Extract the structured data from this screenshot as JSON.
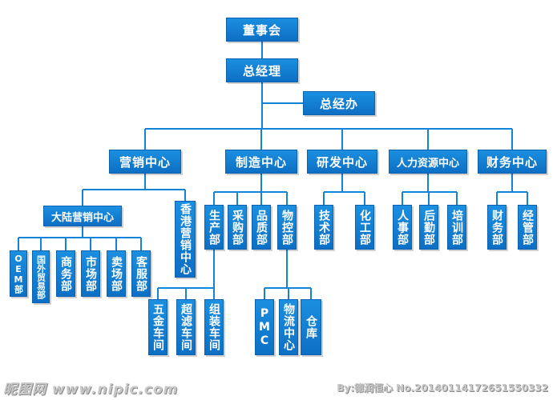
{
  "colors": {
    "box": "#1184d8",
    "line": "#1184d8",
    "text": "#ffffff"
  },
  "board": "董事会",
  "gm": "总经理",
  "gm_office": "总经办",
  "centers": {
    "sales": "营销中心",
    "manufacturing": "制造中心",
    "rnd": "研发中心",
    "hr": "人力资源中心",
    "finance": "财务中心"
  },
  "sales": {
    "mainland": "大陆营销中心",
    "hongkong": "香港营销中心",
    "mainland_depts": [
      "OEM部",
      "国外贸易部",
      "商务部",
      "市场部",
      "卖场部",
      "客服部"
    ]
  },
  "manufacturing": {
    "depts": [
      "生产部",
      "采购部",
      "品质部",
      "物控部"
    ],
    "production_workshops": [
      "五金车间",
      "超滤车间",
      "组装车间"
    ],
    "mc_units": [
      "PMC",
      "物流中心",
      "仓库"
    ]
  },
  "rnd": {
    "depts": [
      "技术部",
      "化工部"
    ]
  },
  "hr": {
    "depts": [
      "人事部",
      "后勤部",
      "培训部"
    ]
  },
  "finance": {
    "depts": [
      "财务部",
      "经管部"
    ]
  },
  "watermark": {
    "logo": "昵图网 www.nipic.com",
    "credit": "By:德润恒心 No.20140114172651550332"
  }
}
